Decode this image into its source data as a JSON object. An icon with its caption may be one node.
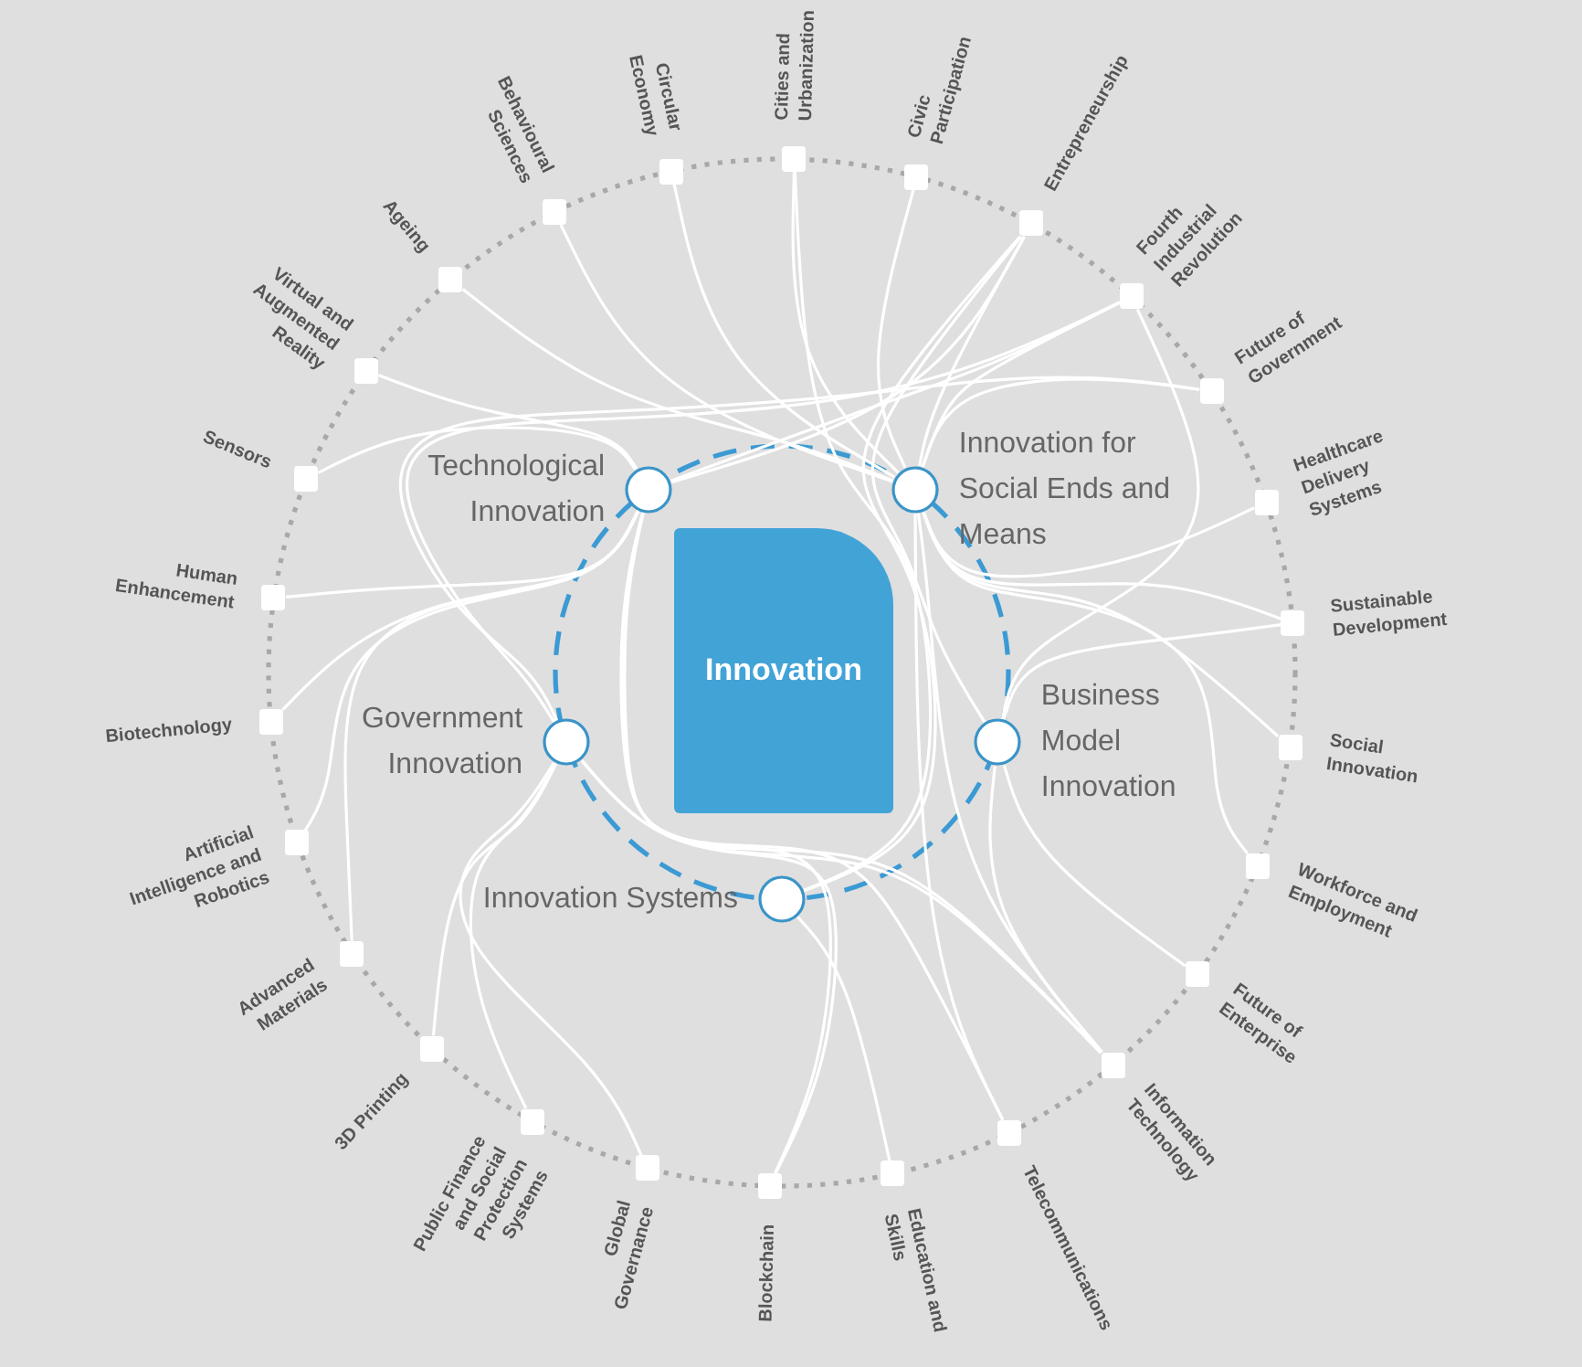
{
  "diagram": {
    "nodes": [
      {
        "text": [
          "Innovation"
        ]
      },
      {
        "text": [
          "Technological Innovation"
        ]
      },
      {
        "text": [
          "Innovation for Social Ends and Means"
        ]
      },
      {
        "text": [
          "Government Innovation"
        ]
      },
      {
        "text": [
          "Business Model Innovation"
        ]
      },
      {
        "text": [
          "Innovation Systems"
        ]
      },
      {
        "text": [
          "Cities and Urbanization"
        ]
      },
      {
        "text": [
          "Civic Participation"
        ]
      },
      {
        "text": [
          "Entrepreneurship"
        ]
      },
      {
        "text": [
          "Fourth Industrial Revolution"
        ]
      },
      {
        "text": [
          "Future of Government"
        ]
      },
      {
        "text": [
          "Healthcare Delivery Systems"
        ]
      },
      {
        "text": [
          "Sustainable Development"
        ]
      },
      {
        "text": [
          "Social Innovation"
        ]
      },
      {
        "text": [
          "Workforce and Employment"
        ]
      },
      {
        "text": [
          "Future of Enterprise"
        ]
      },
      {
        "text": [
          "Information Technology"
        ]
      },
      {
        "text": [
          "Telecommunications"
        ]
      },
      {
        "text": [
          "Education and Skills"
        ]
      },
      {
        "text": [
          "Blockchain"
        ]
      },
      {
        "text": [
          "Global Governance"
        ]
      },
      {
        "text": [
          "Public Finance and Social Protection Systems"
        ]
      },
      {
        "text": [
          "3D Printing"
        ]
      },
      {
        "text": [
          "Advanced Materials"
        ]
      },
      {
        "text": [
          "Artificial Intelligence and Robotics"
        ]
      },
      {
        "text": [
          "Biotechnology"
        ]
      },
      {
        "text": [
          "Human Enhancement"
        ]
      },
      {
        "text": [
          "Sensors"
        ]
      },
      {
        "text": [
          "Virtual and Augmented Reality"
        ]
      },
      {
        "text": [
          "Ageing"
        ]
      },
      {
        "text": [
          "Behavioural Sciences"
        ]
      },
      {
        "text": [
          "Circular Economy"
        ]
      }
    ],
    "edges": [
      {
        "from": 6,
        "to": 5,
        "arrow": "none"
      },
      {
        "from": 6,
        "to": 2,
        "arrow": "none"
      },
      {
        "from": 7,
        "to": 2,
        "arrow": "none"
      },
      {
        "from": 8,
        "to": 1,
        "arrow": "none"
      },
      {
        "from": 8,
        "to": 2,
        "arrow": "none"
      },
      {
        "from": 8,
        "to": 4,
        "arrow": "none"
      },
      {
        "from": 8,
        "to": 5,
        "arrow": "none"
      },
      {
        "from": 9,
        "to": 1,
        "arrow": "none"
      },
      {
        "from": 9,
        "to": 2,
        "arrow": "none"
      },
      {
        "from": 9,
        "to": 3,
        "arrow": "none"
      },
      {
        "from": 9,
        "to": 4,
        "arrow": "none"
      },
      {
        "from": 10,
        "to": 2,
        "arrow": "none"
      },
      {
        "from": 10,
        "to": 3,
        "arrow": "none"
      },
      {
        "from": 11,
        "to": 2,
        "arrow": "none"
      },
      {
        "from": 12,
        "to": 2,
        "arrow": "none"
      },
      {
        "from": 12,
        "to": 4,
        "arrow": "none"
      },
      {
        "from": 13,
        "to": 2,
        "arrow": "none"
      },
      {
        "from": 14,
        "to": 2,
        "arrow": "none"
      },
      {
        "from": 15,
        "to": 4,
        "arrow": "none"
      },
      {
        "from": 16,
        "to": 1,
        "arrow": "none"
      },
      {
        "from": 16,
        "to": 2,
        "arrow": "none"
      },
      {
        "from": 16,
        "to": 3,
        "arrow": "none"
      },
      {
        "from": 16,
        "to": 4,
        "arrow": "none"
      },
      {
        "from": 17,
        "to": 1,
        "arrow": "none"
      },
      {
        "from": 17,
        "to": 2,
        "arrow": "none"
      },
      {
        "from": 18,
        "to": 5,
        "arrow": "none"
      },
      {
        "from": 19,
        "to": 1,
        "arrow": "none"
      },
      {
        "from": 19,
        "to": 3,
        "arrow": "none"
      },
      {
        "from": 20,
        "to": 3,
        "arrow": "none"
      },
      {
        "from": 21,
        "to": 3,
        "arrow": "none"
      },
      {
        "from": 22,
        "to": 3,
        "arrow": "none"
      },
      {
        "from": 23,
        "to": 1,
        "arrow": "none"
      },
      {
        "from": 24,
        "to": 1,
        "arrow": "none"
      },
      {
        "from": 25,
        "to": 1,
        "arrow": "none"
      },
      {
        "from": 26,
        "to": 1,
        "arrow": "none"
      },
      {
        "from": 27,
        "to": 1,
        "arrow": "none"
      },
      {
        "from": 28,
        "to": 1,
        "arrow": "none"
      },
      {
        "from": 29,
        "to": 2,
        "arrow": "none"
      },
      {
        "from": 30,
        "to": 2,
        "arrow": "none"
      },
      {
        "from": 31,
        "to": 2,
        "arrow": "none"
      }
    ]
  }
}
